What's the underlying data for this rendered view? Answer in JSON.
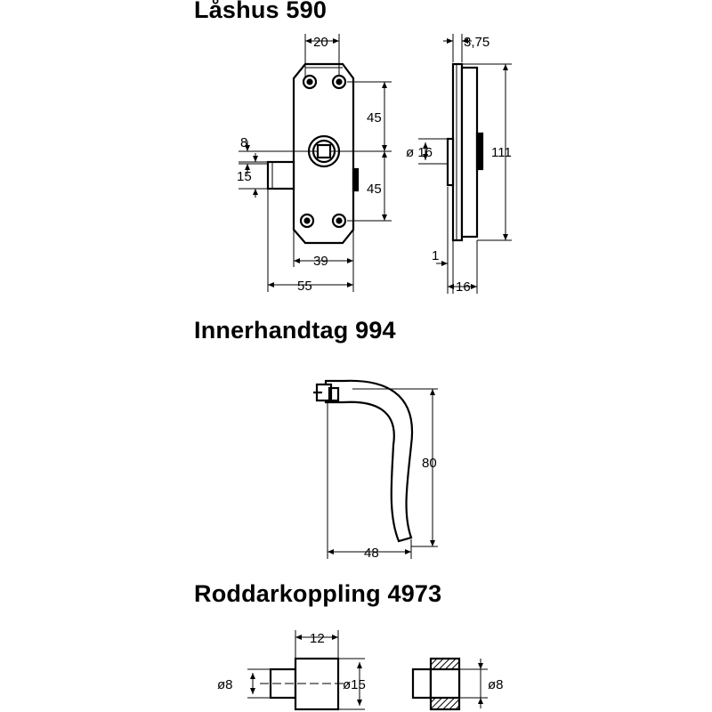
{
  "sections": [
    {
      "title": "Låshus 590",
      "dimensions": {
        "width_top": "20",
        "offset_right": "3,75",
        "upper_half": "45",
        "lower_half": "45",
        "hole_offset": "8",
        "bolt_height": "15",
        "diameter": "ø 16",
        "total_height": "111",
        "plate": "1",
        "base_width": "39",
        "total_width": "55",
        "depth": "16"
      }
    },
    {
      "title": "Innerhandtag 994",
      "dimensions": {
        "height": "80",
        "width": "48"
      }
    },
    {
      "title": "Roddarkoppling 4973",
      "dimensions": {
        "length": "12",
        "shaft_diameter": "ø8",
        "body_diameter": "ø15",
        "bore_diameter": "ø8"
      }
    }
  ]
}
